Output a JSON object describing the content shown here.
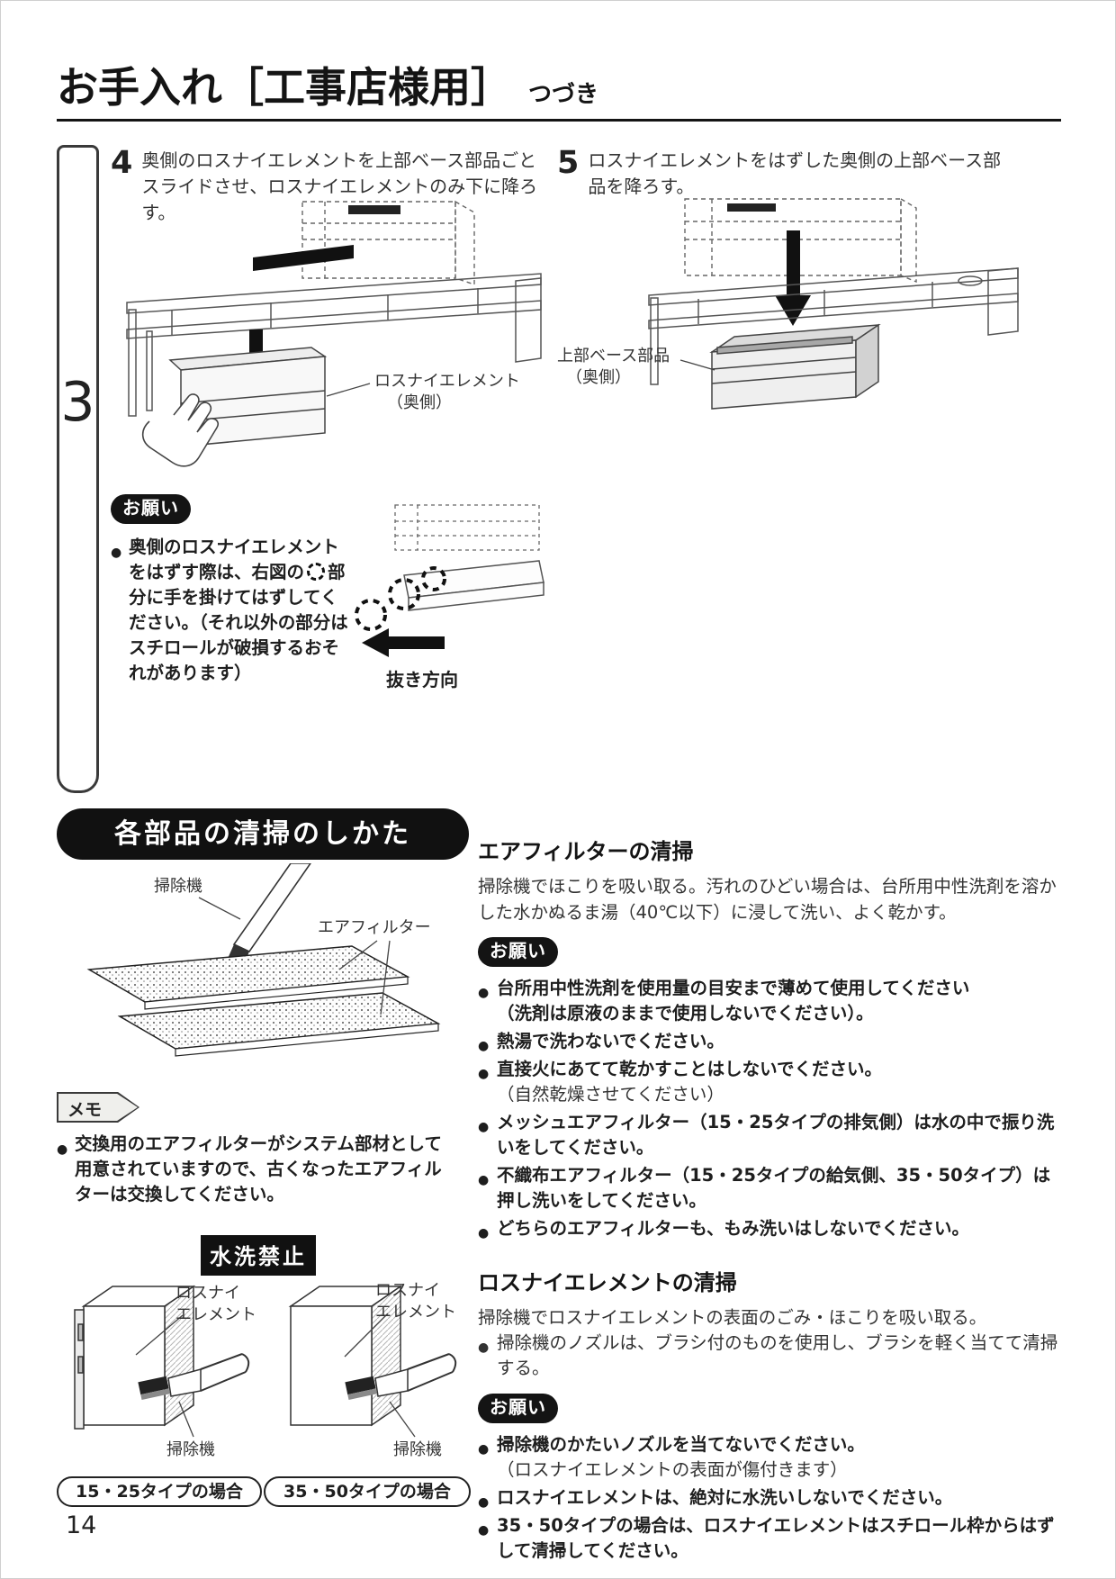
{
  "header": {
    "title": "お手入れ［工事店様用］",
    "subtitle": "つづき"
  },
  "chapter_tab": "3",
  "steps": {
    "step4": {
      "number": "4",
      "text": "奥側のロスナイエレメントを上部ベース部品ごとスライドさせ、ロスナイエレメントのみ下に降ろす。",
      "figure_label_1": "ロスナイエレメント",
      "figure_label_2": "（奥側）"
    },
    "step5": {
      "number": "5",
      "text": "ロスナイエレメントをはずした奥側の上部ベース部品を降ろす。",
      "figure_label_1": "上部ベース部品",
      "figure_label_2": "（奥側）"
    }
  },
  "step_note": {
    "badge": "お願い",
    "text_before": "奥側のロスナイエレメントをはずす際は、右図の",
    "text_after": "部分に手を掛けてはずしてください。（それ以外の部分はスチロールが破損するおそれがあります）",
    "arrow_label": "抜き方向"
  },
  "cleaning": {
    "banner": "各部品の清掃のしかた",
    "vacuum_label": "掃除機",
    "filter_label": "エアフィルター",
    "memo_badge": "メモ",
    "memo_text": "交換用のエアフィルターがシステム部材として用意されていますので、古くなったエアフィルターは交換してください。",
    "no_wash_label": "水洗禁止",
    "figureA": {
      "element_label_1": "ロスナイ",
      "element_label_2": "エレメント",
      "vacuum_label": "掃除機",
      "caption": "15・25タイプの場合"
    },
    "figureB": {
      "element_label_1": "ロスナイ",
      "element_label_2": "エレメント",
      "vacuum_label": "掃除機",
      "caption": "35・50タイプの場合"
    }
  },
  "air_filter": {
    "heading": "エアフィルターの清掃",
    "body": "掃除機でほこりを吸い取る。汚れのひどい場合は、台所用中性洗剤を溶かした水かぬるま湯（40℃以下）に浸して洗い、よく乾かす。",
    "badge": "お願い",
    "bullets": [
      {
        "text": "台所用中性洗剤を使用量の目安まで薄めて使用してください",
        "sub": "（洗剤は原液のままで使用しないでください）。"
      },
      {
        "text": "熱湯で洗わないでください。"
      },
      {
        "text": "直接火にあてて乾かすことはしないでください。",
        "sub": "（自然乾燥させてください）",
        "sub_light": true
      },
      {
        "text": "メッシュエアフィルター（15・25タイプの排気側）は水の中で振り洗いをしてください。"
      },
      {
        "text": "不織布エアフィルター（15・25タイプの給気側、35・50タイプ）は押し洗いをしてください。"
      },
      {
        "text": "どちらのエアフィルターも、もみ洗いはしないでください。"
      }
    ]
  },
  "lossnay": {
    "heading": "ロスナイエレメントの清掃",
    "body": "掃除機でロスナイエレメントの表面のごみ・ほこりを吸い取る。",
    "body_bullets": [
      {
        "text": "掃除機のノズルは、ブラシ付のものを使用し、ブラシを軽く当てて清掃する。"
      }
    ],
    "badge": "お願い",
    "bullets": [
      {
        "text": "掃除機のかたいノズルを当てないでください。",
        "sub": "（ロスナイエレメントの表面が傷付きます）",
        "sub_light": true
      },
      {
        "text": "ロスナイエレメントは、絶対に水洗いしないでください。"
      },
      {
        "text": "35・50タイプの場合は、ロスナイエレメントはスチロール枠からはずして清掃してください。"
      }
    ]
  },
  "page_number": "14"
}
